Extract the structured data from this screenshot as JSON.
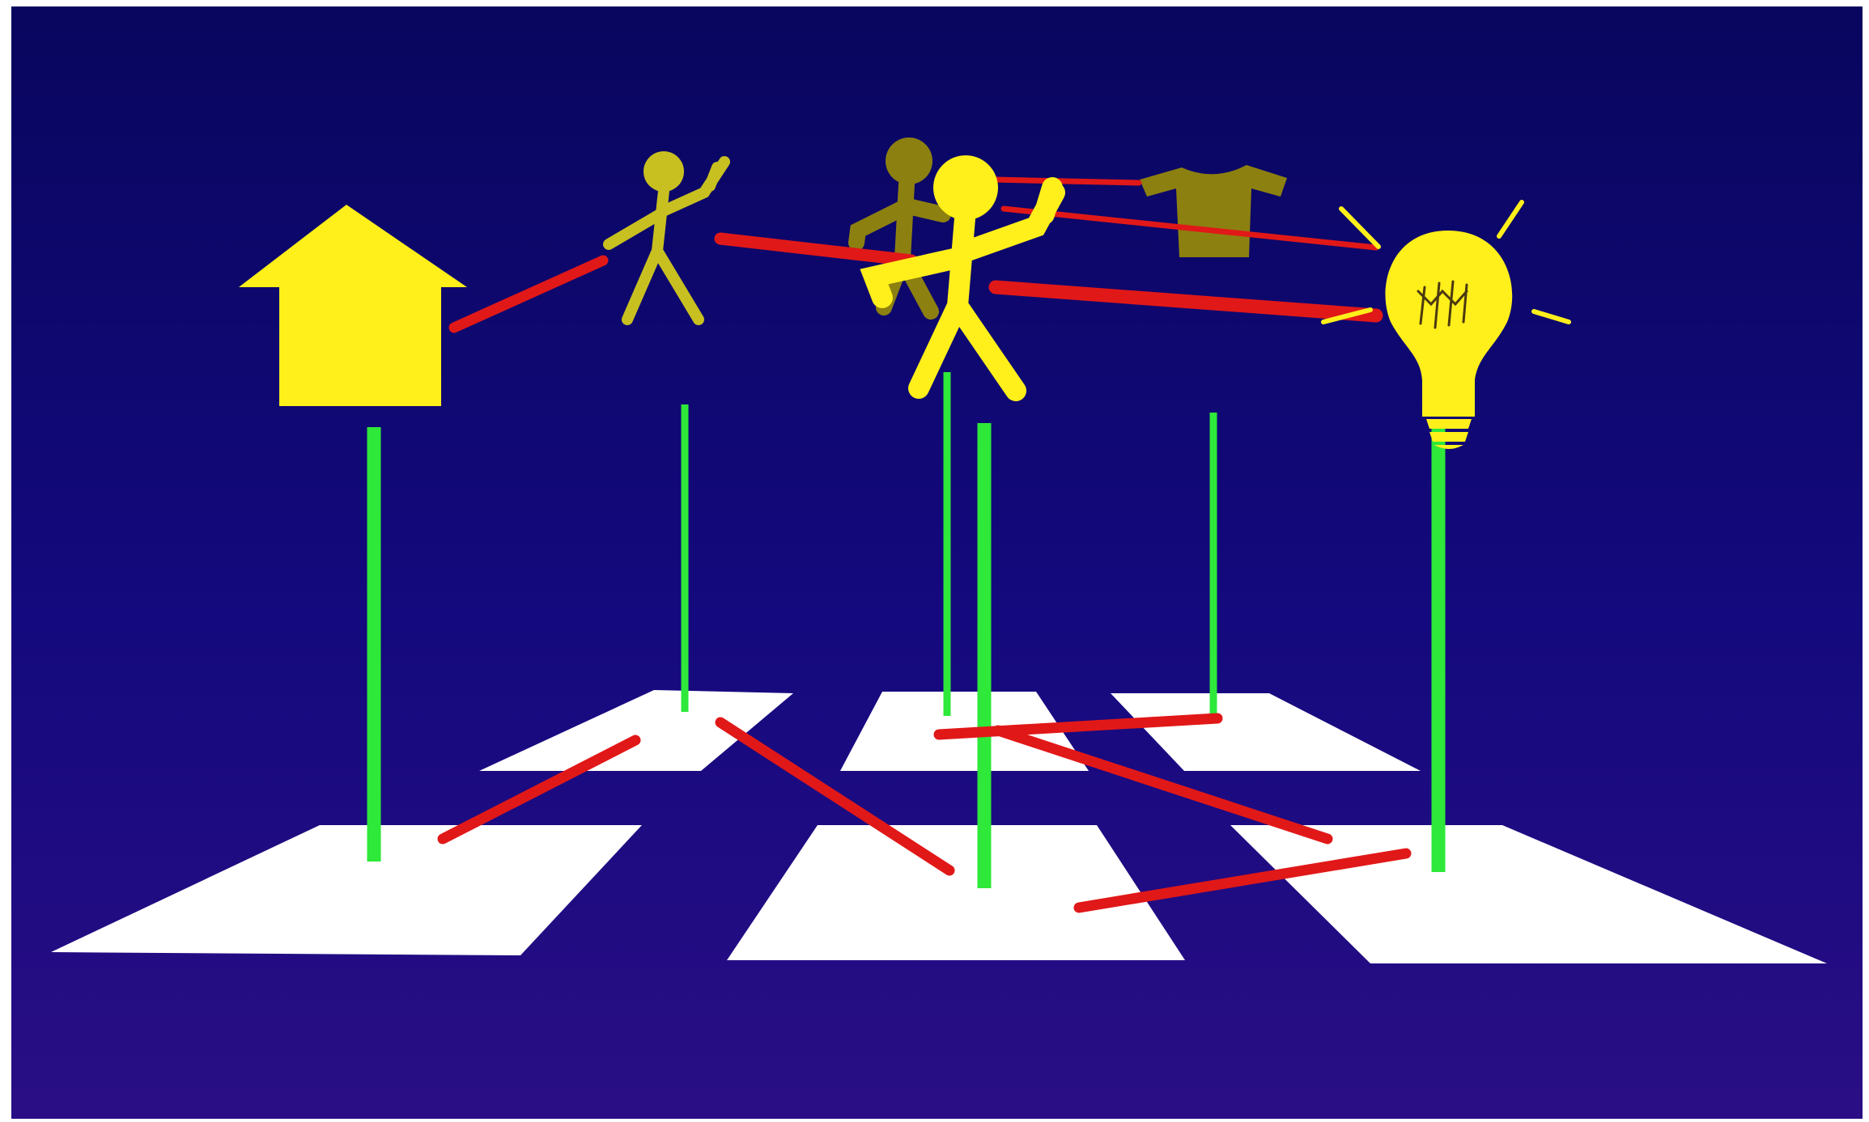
{
  "colors": {
    "background_top": "#08065e",
    "background_mid": "#14097e",
    "background_bottom": "#2a0e85",
    "frame": "#ffffff",
    "plane": "#ffffff",
    "stem": "#2ee83a",
    "link": "#e11818",
    "symbol_bright": "#ffef1a",
    "symbol_medium": "#c8c020",
    "symbol_dim": "#8c8010"
  },
  "symbols": [
    {
      "id": "house",
      "icon": "house-icon",
      "tone": "bright"
    },
    {
      "id": "small-figure",
      "icon": "stick-figure-icon",
      "tone": "medium"
    },
    {
      "id": "ghost-figure",
      "icon": "stick-figure-icon",
      "tone": "dim"
    },
    {
      "id": "large-figure",
      "icon": "stick-figure-icon",
      "tone": "bright"
    },
    {
      "id": "shirt",
      "icon": "shirt-icon",
      "tone": "dim"
    },
    {
      "id": "lightbulb",
      "icon": "lightbulb-icon",
      "tone": "bright"
    }
  ],
  "planes": {
    "far_row": 3,
    "near_row": 3
  },
  "stems": 6,
  "links": {
    "upper_level": 5,
    "ground_level": 5
  }
}
